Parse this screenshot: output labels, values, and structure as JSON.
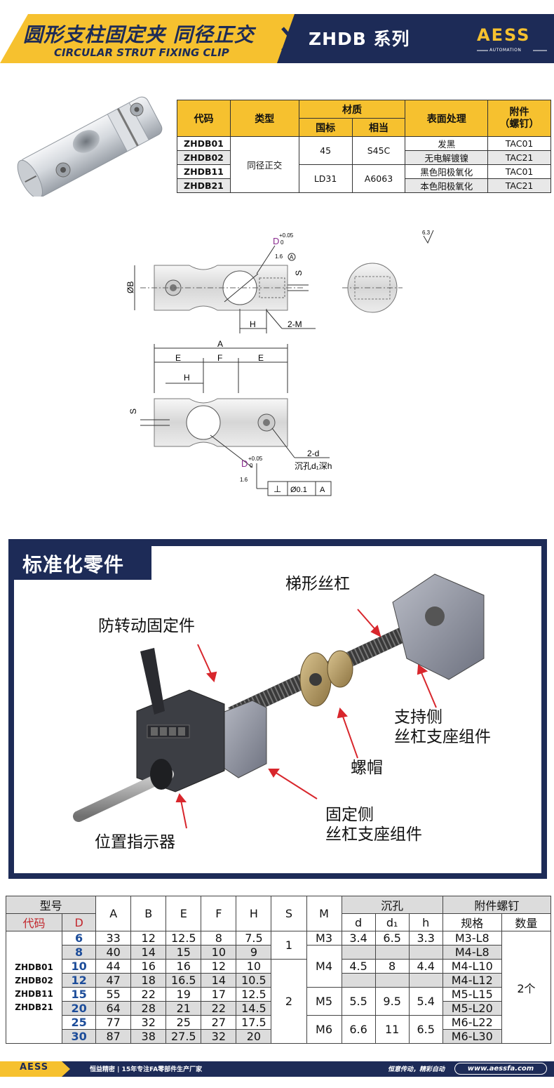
{
  "header": {
    "title_cn": "圆形支柱固定夹  同径正交",
    "title_en": "CIRCULAR STRUT FIXING CLIP",
    "series": "ZHDB  系列",
    "logo": "AESS",
    "logo_sub": "AUTOMATION"
  },
  "colors": {
    "navy": "#1d2b57",
    "yellow": "#f6c12f",
    "code_red": "#c2272d",
    "d_blue": "#1d4d9a"
  },
  "code_table": {
    "headers": {
      "code": "代码",
      "type": "类型",
      "material": "材质",
      "std": "国标",
      "equiv": "相当",
      "surface": "表面处理",
      "accessory": "附件\n（螺钉）"
    },
    "type_value": "同径正交",
    "materials": [
      {
        "std": "45",
        "equiv": "S45C"
      },
      {
        "std": "LD31",
        "equiv": "A6063"
      }
    ],
    "rows": [
      {
        "code": "ZHDB01",
        "surface": "发黑",
        "acc": "TAC01"
      },
      {
        "code": "ZHDB02",
        "surface": "无电解镀镍",
        "acc": "TAC21"
      },
      {
        "code": "ZHDB11",
        "surface": "黑色阳极氧化",
        "acc": "TAC01"
      },
      {
        "code": "ZHDB21",
        "surface": "本色阳极氧化",
        "acc": "TAC21"
      }
    ]
  },
  "drawing": {
    "tol_top": "+0.05",
    "tol_zero": "0",
    "d_label": "D",
    "rough_16": "1.6",
    "datum_a": "A",
    "rough_63": "6.3",
    "phi_b": "ØB",
    "s": "S",
    "h": "H",
    "two_m": "2-M",
    "a": "A",
    "e": "E",
    "f": "F",
    "two_d": "2-d",
    "counterbore": "沉孔d₁深h",
    "perp_tol": "Ø0.1",
    "perp_sym": "⊥"
  },
  "standard_parts": {
    "title": "标准化零件",
    "labels": {
      "lead_screw": "梯形丝杠",
      "anti_rotation": "防转动固定件",
      "support_side": "支持侧\n丝杠支座组件",
      "nut": "螺帽",
      "fixed_side": "固定侧\n丝杠支座组件",
      "indicator": "位置指示器"
    }
  },
  "spec_table": {
    "header": {
      "model": "型号",
      "code": "代码",
      "D": "D",
      "A": "A",
      "B": "B",
      "E": "E",
      "F": "F",
      "H": "H",
      "S": "S",
      "M": "M",
      "counterbore": "沉孔",
      "d": "d",
      "d1": "d₁",
      "h": "h",
      "screw": "附件螺钉",
      "spec": "规格",
      "qty": "数量"
    },
    "codes": [
      "ZHDB01",
      "ZHDB02",
      "ZHDB11",
      "ZHDB21"
    ],
    "qty": "2个",
    "rows": [
      {
        "D": "6",
        "A": "33",
        "B": "12",
        "E": "12.5",
        "F": "8",
        "H": "7.5",
        "screw": "M3-L8"
      },
      {
        "D": "8",
        "A": "40",
        "B": "14",
        "E": "15",
        "F": "10",
        "H": "9",
        "screw": "M4-L8"
      },
      {
        "D": "10",
        "A": "44",
        "B": "16",
        "E": "16",
        "F": "12",
        "H": "10",
        "screw": "M4-L10"
      },
      {
        "D": "12",
        "A": "47",
        "B": "18",
        "E": "16.5",
        "F": "14",
        "H": "10.5",
        "screw": "M4-L12"
      },
      {
        "D": "15",
        "A": "55",
        "B": "22",
        "E": "19",
        "F": "17",
        "H": "12.5",
        "screw": "M5-L15"
      },
      {
        "D": "20",
        "A": "64",
        "B": "28",
        "E": "21",
        "F": "22",
        "H": "14.5",
        "screw": "M5-L20"
      },
      {
        "D": "25",
        "A": "77",
        "B": "32",
        "E": "25",
        "F": "27",
        "H": "17.5",
        "screw": "M6-L22"
      },
      {
        "D": "30",
        "A": "87",
        "B": "38",
        "E": "27.5",
        "F": "32",
        "H": "20",
        "screw": "M6-L30"
      }
    ],
    "s_groups": [
      "1",
      "2"
    ],
    "m_groups": [
      {
        "M": "M3",
        "d": "3.4",
        "d1": "6.5",
        "h": "3.3"
      },
      {
        "M": "M4",
        "d": "4.5",
        "d1": "8",
        "h": "4.4"
      },
      {
        "M": "M5",
        "d": "5.5",
        "d1": "9.5",
        "h": "5.4"
      },
      {
        "M": "M6",
        "d": "6.6",
        "d1": "11",
        "h": "6.5"
      }
    ]
  },
  "footer": {
    "logo": "AESS",
    "left": "恒益精密 | 15年专注FA零部件生产厂家",
    "right": "恒意传动，精彩自动",
    "url": "www.aessfa.com"
  }
}
